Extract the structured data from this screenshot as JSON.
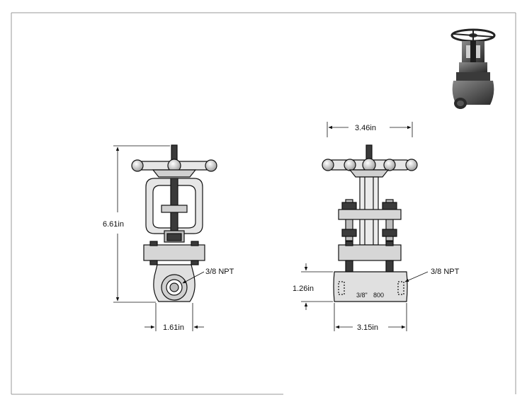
{
  "front_view": {
    "height_dim": "6.61in",
    "width_dim": "1.61in",
    "port_label": "3/8 NPT"
  },
  "side_view": {
    "handwheel_dim": "3.46in",
    "body_height_dim": "1.26in",
    "body_length_dim": "3.15in",
    "port_label": "3/8 NPT",
    "body_marking_size": "3/8\"",
    "body_marking_class": "800"
  },
  "colors": {
    "outline": "#111111",
    "fill_light": "#e6e6e6",
    "fill_mid": "#bdbdbd",
    "fill_dark": "#3a3a3a"
  }
}
